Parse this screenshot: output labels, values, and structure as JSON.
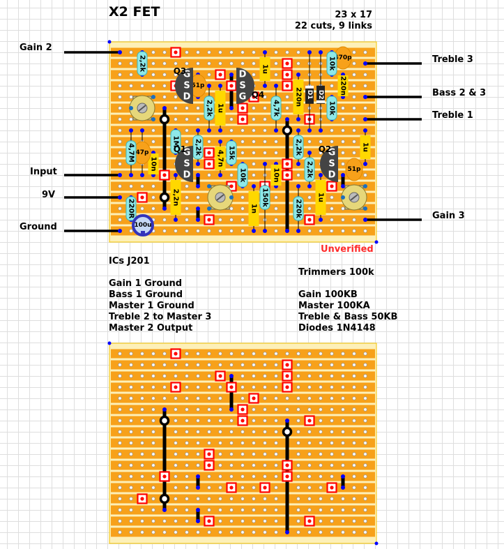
{
  "header": {
    "title": "X2 FET",
    "board_size": "23 x 17",
    "cut_link_count": "22 cuts, 9 links",
    "status": "Unverified"
  },
  "wires_left": [
    "Gain 2",
    "Input",
    "9V",
    "Ground"
  ],
  "wires_right": [
    "Treble 3",
    "Bass 2 & 3",
    "Treble 1",
    "Gain 3"
  ],
  "notes_left": [
    "ICs J201",
    "",
    "Gain 1 Ground",
    "Bass 1 Ground",
    "Master 1 Ground",
    "Treble 2 to Master 3",
    "Master 2 Output"
  ],
  "notes_right": [
    "Trimmers 100k",
    "",
    "Gain 100KB",
    "Master 100KA",
    "Treble & Bass 50KB",
    "Diodes 1N4148"
  ],
  "resistors": [
    "2,2k",
    "2,2k",
    "4,7k",
    "10k",
    "10k",
    "4,7M",
    "1M",
    "2,2k",
    "15k",
    "10k",
    "220R",
    "150k",
    "2,2k",
    "2,2k",
    "220k"
  ],
  "film_caps": [
    "1u",
    "1u",
    "220n",
    "220n",
    "10n",
    "4,7n",
    "2,2n",
    "10n",
    "1n",
    "1u",
    "1u"
  ],
  "ceramic_caps": [
    "51p",
    "470p",
    "47p",
    "51p"
  ],
  "diodes": [
    "D1",
    "D2"
  ],
  "electrolytic": [
    "100u"
  ],
  "transistors": [
    {
      "name": "Q3",
      "pins": [
        "G",
        "S",
        "D"
      ]
    },
    {
      "name": "Q4",
      "pins": [
        "D",
        "S",
        "G"
      ]
    },
    {
      "name": "Q1",
      "pins": [
        "G",
        "S",
        "D"
      ]
    },
    {
      "name": "Q2",
      "pins": [
        "G",
        "S",
        "D"
      ]
    }
  ],
  "colors": {
    "strip": "#f7a11a",
    "board_edge": "#fdf0b8",
    "cut": "#ff0000",
    "resistor": "#8ee8e8",
    "film": "#ffd800",
    "ceramic": "#f7a11a",
    "link": "#000000",
    "pad": "#0000ff",
    "status": "#ff2a2a"
  }
}
